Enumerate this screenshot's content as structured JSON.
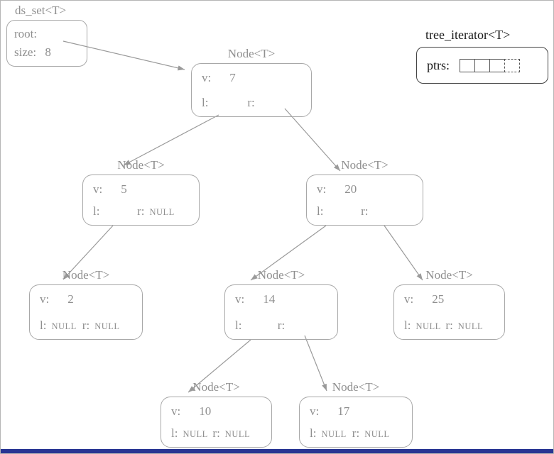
{
  "ds_set": {
    "title": "ds_set<T>",
    "root_label": "root:",
    "size_label": "size:",
    "size_value": "8"
  },
  "iterator": {
    "title": "tree_iterator<T>",
    "ptrs_label": "ptrs:",
    "cell_count": 4
  },
  "nodes": [
    {
      "title": "Node<T>",
      "v_label": "v:",
      "value": "7",
      "l_label": "l:",
      "l_value": "",
      "r_label": "r:",
      "r_value": ""
    },
    {
      "title": "Node<T>",
      "v_label": "v:",
      "value": "5",
      "l_label": "l:",
      "l_value": "",
      "r_label": "r:",
      "r_value": "NULL"
    },
    {
      "title": "Node<T>",
      "v_label": "v:",
      "value": "20",
      "l_label": "l:",
      "l_value": "",
      "r_label": "r:",
      "r_value": ""
    },
    {
      "title": "Node<T>",
      "v_label": "v:",
      "value": "2",
      "l_label": "l:",
      "l_value": "NULL",
      "r_label": "r:",
      "r_value": "NULL"
    },
    {
      "title": "Node<T>",
      "v_label": "v:",
      "value": "14",
      "l_label": "l:",
      "l_value": "",
      "r_label": "r:",
      "r_value": ""
    },
    {
      "title": "Node<T>",
      "v_label": "v:",
      "value": "25",
      "l_label": "l:",
      "l_value": "NULL",
      "r_label": "r:",
      "r_value": "NULL"
    },
    {
      "title": "Node<T>",
      "v_label": "v:",
      "value": "10",
      "l_label": "l:",
      "l_value": "NULL",
      "r_label": "r:",
      "r_value": "NULL"
    },
    {
      "title": "Node<T>",
      "v_label": "v:",
      "value": "17",
      "l_label": "l:",
      "l_value": "NULL",
      "r_label": "r:",
      "r_value": "NULL"
    }
  ],
  "colors": {
    "line": "#9a9a9a",
    "text": "#8f8f8f",
    "box_border": "#a8a8a8",
    "iterator_text": "#1a1a1a",
    "bottom_bar": "#283593"
  }
}
